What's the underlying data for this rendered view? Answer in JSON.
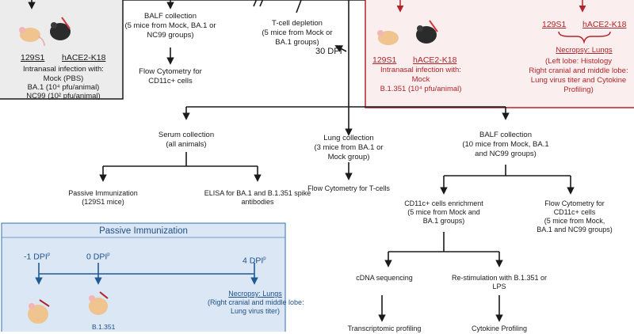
{
  "left_box": {
    "strain1": "129S1",
    "strain2": "hACE2-K18",
    "line1": "Intranasal infection with:",
    "line2": "Mock (PBS)",
    "line3": "BA.1 (10⁴ pfu/animal)",
    "line4": "NC99 (10² pfu/animal)"
  },
  "balf_top": {
    "l1": "BALF collection",
    "l2": "(5 mice from Mock, BA.1 or",
    "l3": "NC99 groups)"
  },
  "flow_top": {
    "l1": "Flow Cytometry for",
    "l2": "CD11c+ cells"
  },
  "tcell": {
    "l1": "T-cell depletion",
    "l2": "(5 mice from Mock or",
    "l3": "BA.1 groups)"
  },
  "dpi30": "30 DPI",
  "right_box": {
    "strain1": "129S1",
    "strain2": "hACE2-K18",
    "strain1b": "129S1",
    "strain2b": "hACE2-K18",
    "inf1": "Intranasal infection with:",
    "inf2": "Mock",
    "inf3": "B.1.351 (10⁴ pfu/animal)",
    "necropsy": "Necropsy: Lungs",
    "n1": "(Left lobe: Histology",
    "n2": "Right cranial and middle lobe:",
    "n3": "Lung virus titer and Cytokine",
    "n4": "Profiling)"
  },
  "serum": {
    "l1": "Serum collection",
    "l2": "(all animals)"
  },
  "lung": {
    "l1": "Lung collection",
    "l2": "(3 mice from BA.1 or",
    "l3": "Mock group)"
  },
  "balf_mid": {
    "l1": "BALF collection",
    "l2": "(10 mice from Mock, BA.1",
    "l3": "and NC99 groups)"
  },
  "passive": {
    "l1": "Passive Immunization",
    "l2": "(129S1 mice)"
  },
  "elisa": {
    "l1": "ELISA for BA.1 and B.1.351 spike",
    "l2": "antibodies"
  },
  "flow_tcells": "Flow Cytometry for T-cells",
  "cd11c_enrich": {
    "l1": "CD11c+ cells enrichment",
    "l2": "(5 mice from Mock and",
    "l3": "BA.1 groups)"
  },
  "flow_right": {
    "l1": "Flow Cytometry for",
    "l2": "CD11c+ cells",
    "l3": "(5 mice from Mock,",
    "l4": "BA.1 and NC99  groups)"
  },
  "cdna": "cDNA sequencing",
  "restim": {
    "l1": "Re-stimulation with B.1.351 or",
    "l2": "LPS"
  },
  "transcriptomic": "Transcriptomic profiling",
  "cytokine": "Cytokine Profiling",
  "pi_box": {
    "title": "Passive Immunization",
    "dpi_m1": "-1 DPI",
    "dpi_0": "0 DPI",
    "dpi_4": "4 DPI",
    "sup": "p",
    "necropsy": "Necropsy: Lungs",
    "n1": "(Right cranial and middle lobe:",
    "n2": "Lung virus titer)",
    "b1351": "B.1.351"
  }
}
